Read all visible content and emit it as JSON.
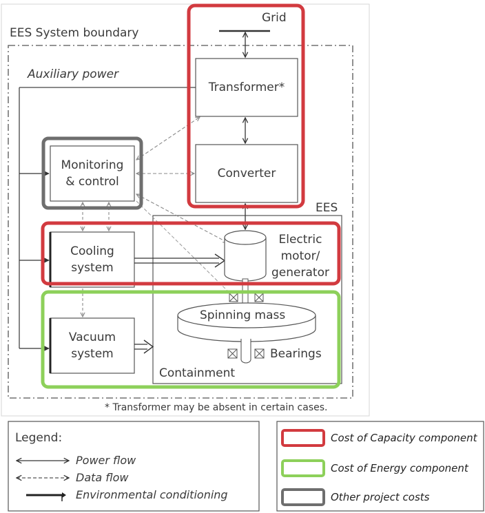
{
  "diagram": {
    "boundary_label": "EES System boundary",
    "auxiliary_label": "Auxiliary power",
    "grid_label": "Grid",
    "ees_label": "EES",
    "containment_label": "Containment",
    "transformer_note": "* Transformer may be absent in certain cases.",
    "nodes": {
      "transformer": "Transformer*",
      "converter": "Converter",
      "monitoring": "Monitoring\n& control",
      "cooling": "Cooling\nsystem",
      "vacuum": "Vacuum\nsystem",
      "motor": "Electric\nmotor/\ngenerator",
      "spinning_mass": "Spinning mass",
      "bearings": "Bearings"
    }
  },
  "legend": {
    "title": "Legend:",
    "items": [
      "Power flow",
      "Data flow",
      "Environmental conditioning"
    ]
  },
  "cost_legend": [
    {
      "label": "Cost of Capacity component",
      "color": "#d23a3f"
    },
    {
      "label": "Cost of Energy component",
      "color": "#8dd05a"
    },
    {
      "label": "Other project costs",
      "color": "#6e6e6e"
    }
  ]
}
